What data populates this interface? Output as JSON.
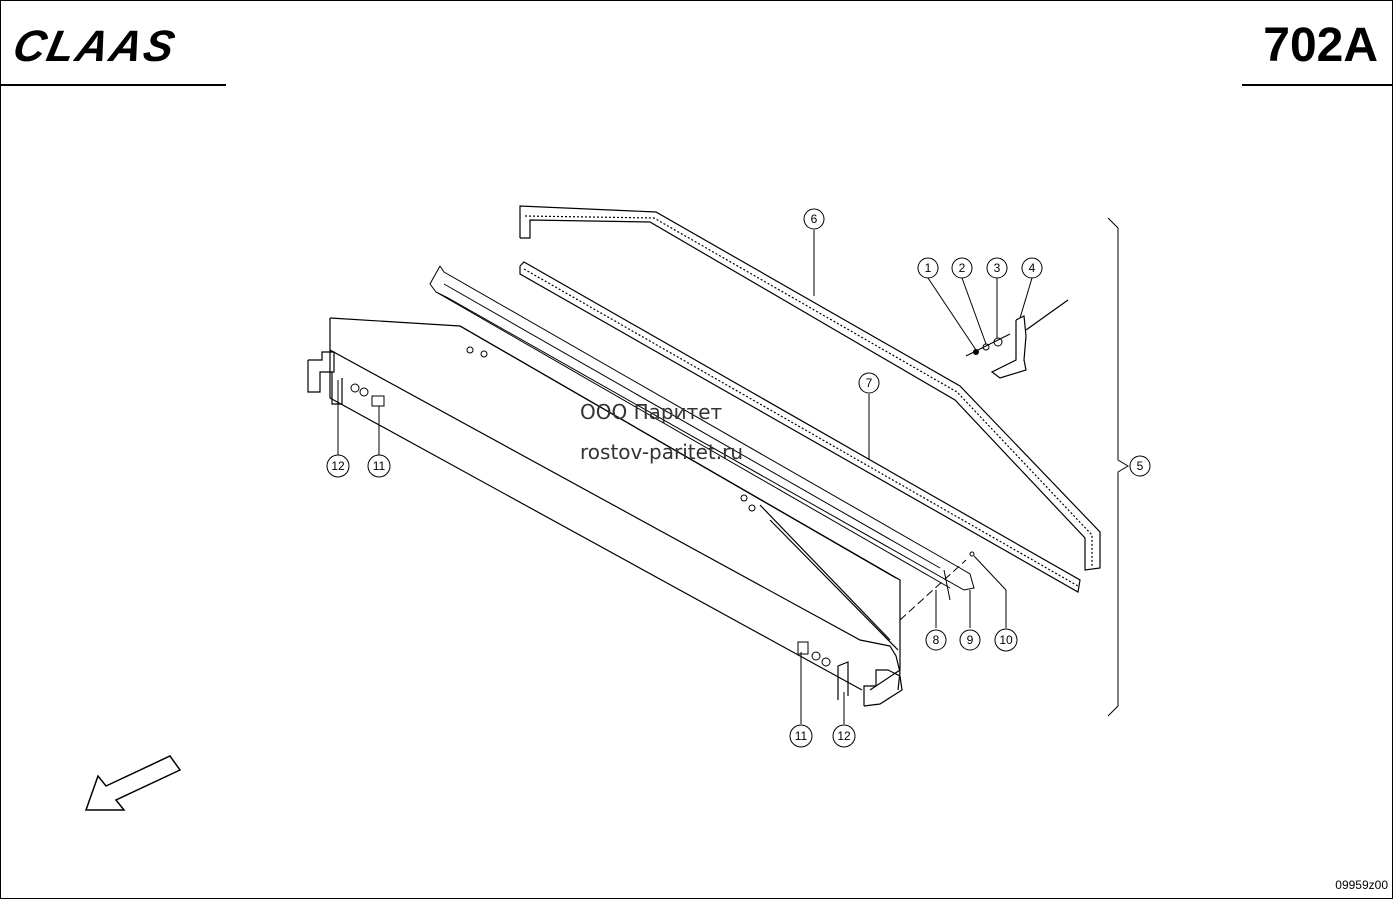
{
  "header": {
    "brand": "CLAAS",
    "page_code": "702A"
  },
  "watermark": {
    "company": "ООО Паритет",
    "website": "rostov-paritet.ru"
  },
  "callouts": [
    "1",
    "2",
    "3",
    "4",
    "5",
    "6",
    "7",
    "8",
    "9",
    "10",
    "11",
    "12",
    "11",
    "12"
  ],
  "footer": {
    "drawing_number": "09959z00"
  }
}
